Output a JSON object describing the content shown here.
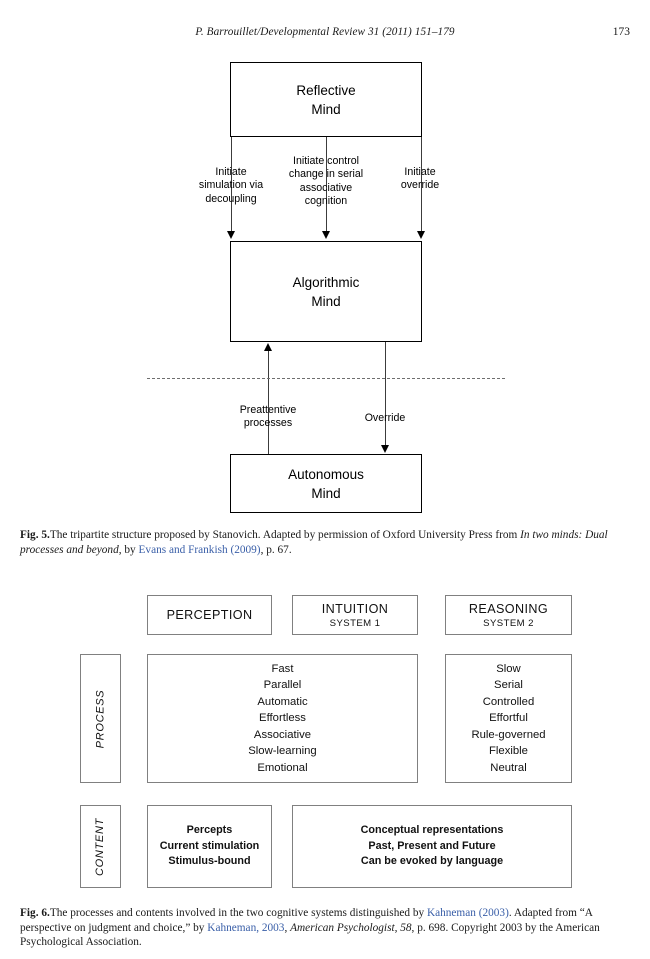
{
  "running_head": {
    "title": "P. Barrouillet/Developmental Review 31 (2011) 151–179",
    "page_number": "173"
  },
  "figure5": {
    "boxes": {
      "reflective_line1": "Reflective",
      "reflective_line2": "Mind",
      "algorithmic_line1": "Algorithmic",
      "algorithmic_line2": "Mind",
      "autonomous_line1": "Autonomous",
      "autonomous_line2": "Mind"
    },
    "edges": {
      "left_l1": "Initiate",
      "left_l2": "simulation via",
      "left_l3": "decoupling",
      "middle_l1": "Initiate control",
      "middle_l2": "change in serial",
      "middle_l3": "associative",
      "middle_l4": "cognition",
      "right_l1": "Initiate",
      "right_l2": "override",
      "preattentive_l1": "Preattentive",
      "preattentive_l2": "processes",
      "override": "Override"
    },
    "caption": {
      "label": "Fig. 5.",
      "text_1": "The tripartite structure proposed by Stanovich. Adapted by permission of Oxford University Press from ",
      "italic_1": "In two minds: Dual processes and beyond",
      "text_2": ", by ",
      "link_1": "Evans and Frankish (2009)",
      "text_3": ", p. 67."
    }
  },
  "figure6": {
    "headers": [
      {
        "title": "PERCEPTION",
        "subtitle": ""
      },
      {
        "title": "INTUITION",
        "subtitle": "SYSTEM 1"
      },
      {
        "title": "REASONING",
        "subtitle": "SYSTEM 2"
      }
    ],
    "row_labels": {
      "process": "PROCESS",
      "content": "CONTENT"
    },
    "process_row": {
      "intuition_perception": [
        "Fast",
        "Parallel",
        "Automatic",
        "Effortless",
        "Associative",
        "Slow-learning",
        "Emotional"
      ],
      "reasoning": [
        "Slow",
        "Serial",
        "Controlled",
        "Effortful",
        "Rule-governed",
        "Flexible",
        "Neutral"
      ]
    },
    "content_row": {
      "perception": [
        "Percepts",
        "Current stimulation",
        "Stimulus-bound"
      ],
      "intuition_reasoning": [
        "Conceptual representations",
        "Past, Present and Future",
        "Can be evoked by language"
      ]
    },
    "caption": {
      "label": "Fig. 6.",
      "text_1": "The processes and contents involved in the two cognitive systems distinguished by ",
      "link_1": "Kahneman (2003)",
      "text_2": ". Adapted from “A perspective on judgment and choice,” by ",
      "link_2": "Kahneman, 2003",
      "text_3": ", ",
      "italic_1": "American Psychologist, 58",
      "text_4": ", p. 698. Copyright 2003 by the American Psychological Association."
    }
  }
}
